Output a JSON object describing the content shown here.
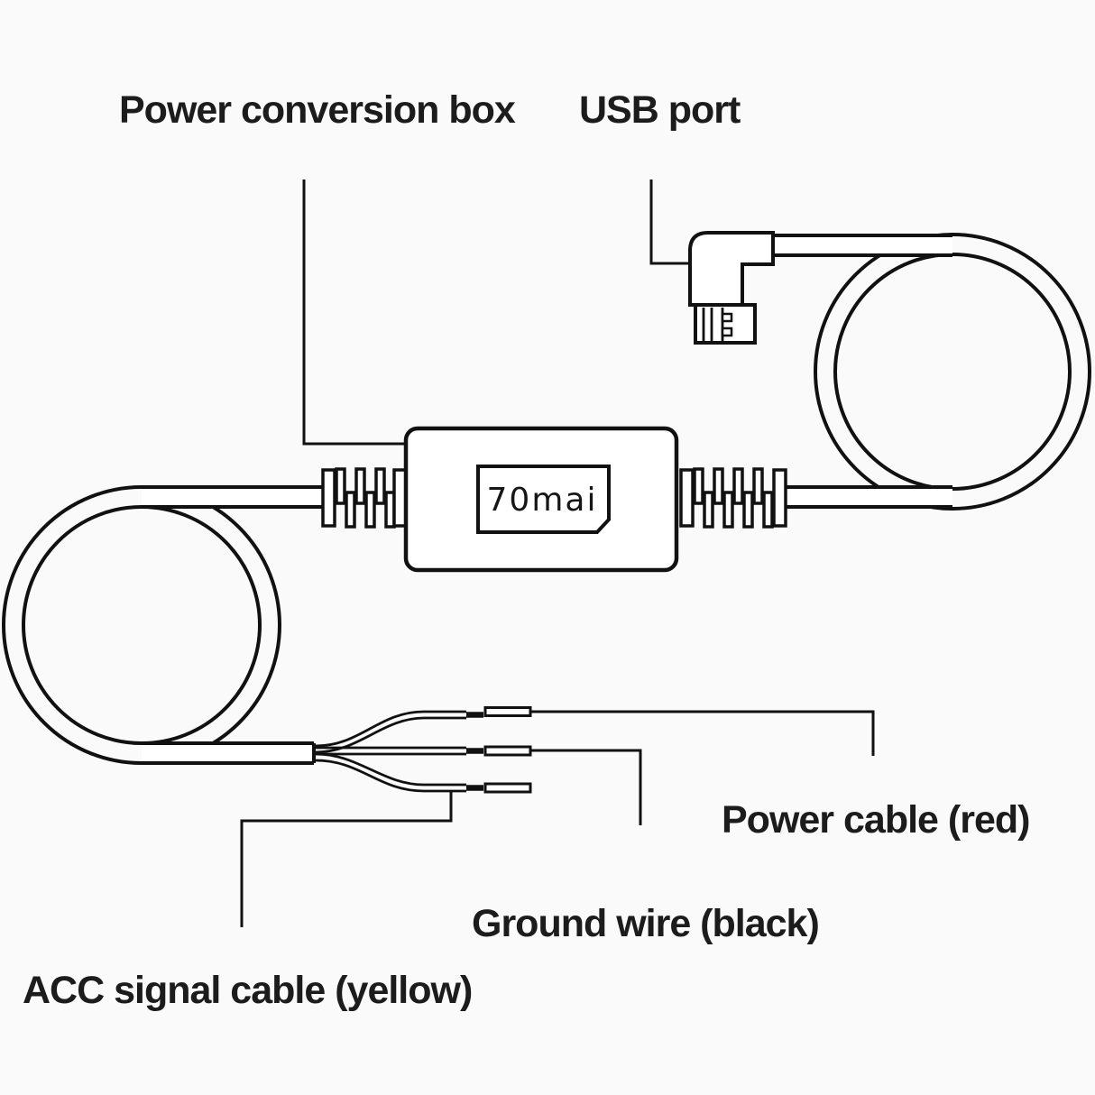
{
  "labels": {
    "power_box": "Power conversion box",
    "usb_port": "USB port",
    "power_cable": "Power cable (red)",
    "ground_wire": "Ground wire (black)",
    "acc_cable": "ACC signal cable (yellow)"
  },
  "device": {
    "logo": "70mai",
    "parts": [
      "power conversion box",
      "usb port connector",
      "power cable (red)",
      "ground wire (black)",
      "acc signal cable (yellow)"
    ]
  },
  "colors": {
    "line": "#111111",
    "text": "#1c1c1c",
    "background": "#fafafa",
    "fill": "#ffffff"
  }
}
